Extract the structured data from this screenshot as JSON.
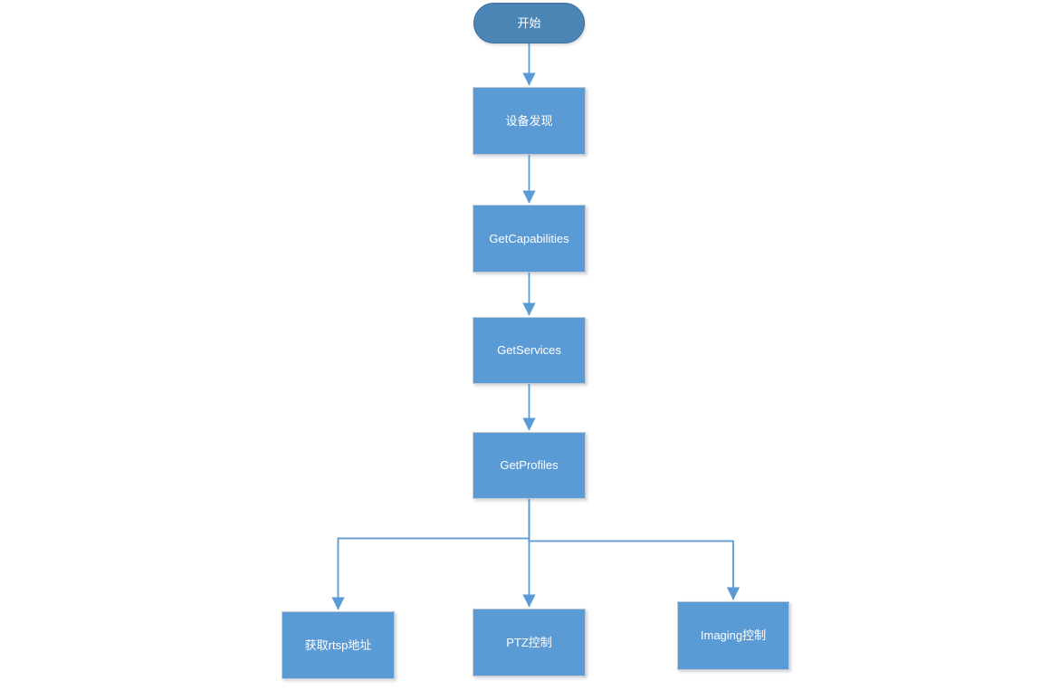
{
  "diagram": {
    "type": "flowchart",
    "background": "#FFFFFF",
    "colors": {
      "process_fill": "#5B9BD5",
      "process_border": "#C3CBD5",
      "terminator_fill": "#4A85B5",
      "terminator_border": "#3D6E9E",
      "connector": "#5B9BD5",
      "text": "#FFFFFF"
    },
    "nodes": [
      {
        "id": "start",
        "type": "terminator",
        "label": "开始"
      },
      {
        "id": "device-discovery",
        "type": "process",
        "label": "设备发现"
      },
      {
        "id": "get-capabilities",
        "type": "process",
        "label": "GetCapabilities"
      },
      {
        "id": "get-services",
        "type": "process",
        "label": "GetServices"
      },
      {
        "id": "get-profiles",
        "type": "process",
        "label": "GetProfiles"
      },
      {
        "id": "get-rtsp-address",
        "type": "process",
        "label": "获取rtsp地址"
      },
      {
        "id": "ptz-control",
        "type": "process",
        "label": "PTZ控制"
      },
      {
        "id": "imaging-control",
        "type": "process",
        "label": "Imaging控制"
      }
    ],
    "edges": [
      {
        "from": "start",
        "to": "device-discovery"
      },
      {
        "from": "device-discovery",
        "to": "get-capabilities"
      },
      {
        "from": "get-capabilities",
        "to": "get-services"
      },
      {
        "from": "get-services",
        "to": "get-profiles"
      },
      {
        "from": "get-profiles",
        "to": "get-rtsp-address"
      },
      {
        "from": "get-profiles",
        "to": "ptz-control"
      },
      {
        "from": "get-profiles",
        "to": "imaging-control"
      }
    ]
  }
}
